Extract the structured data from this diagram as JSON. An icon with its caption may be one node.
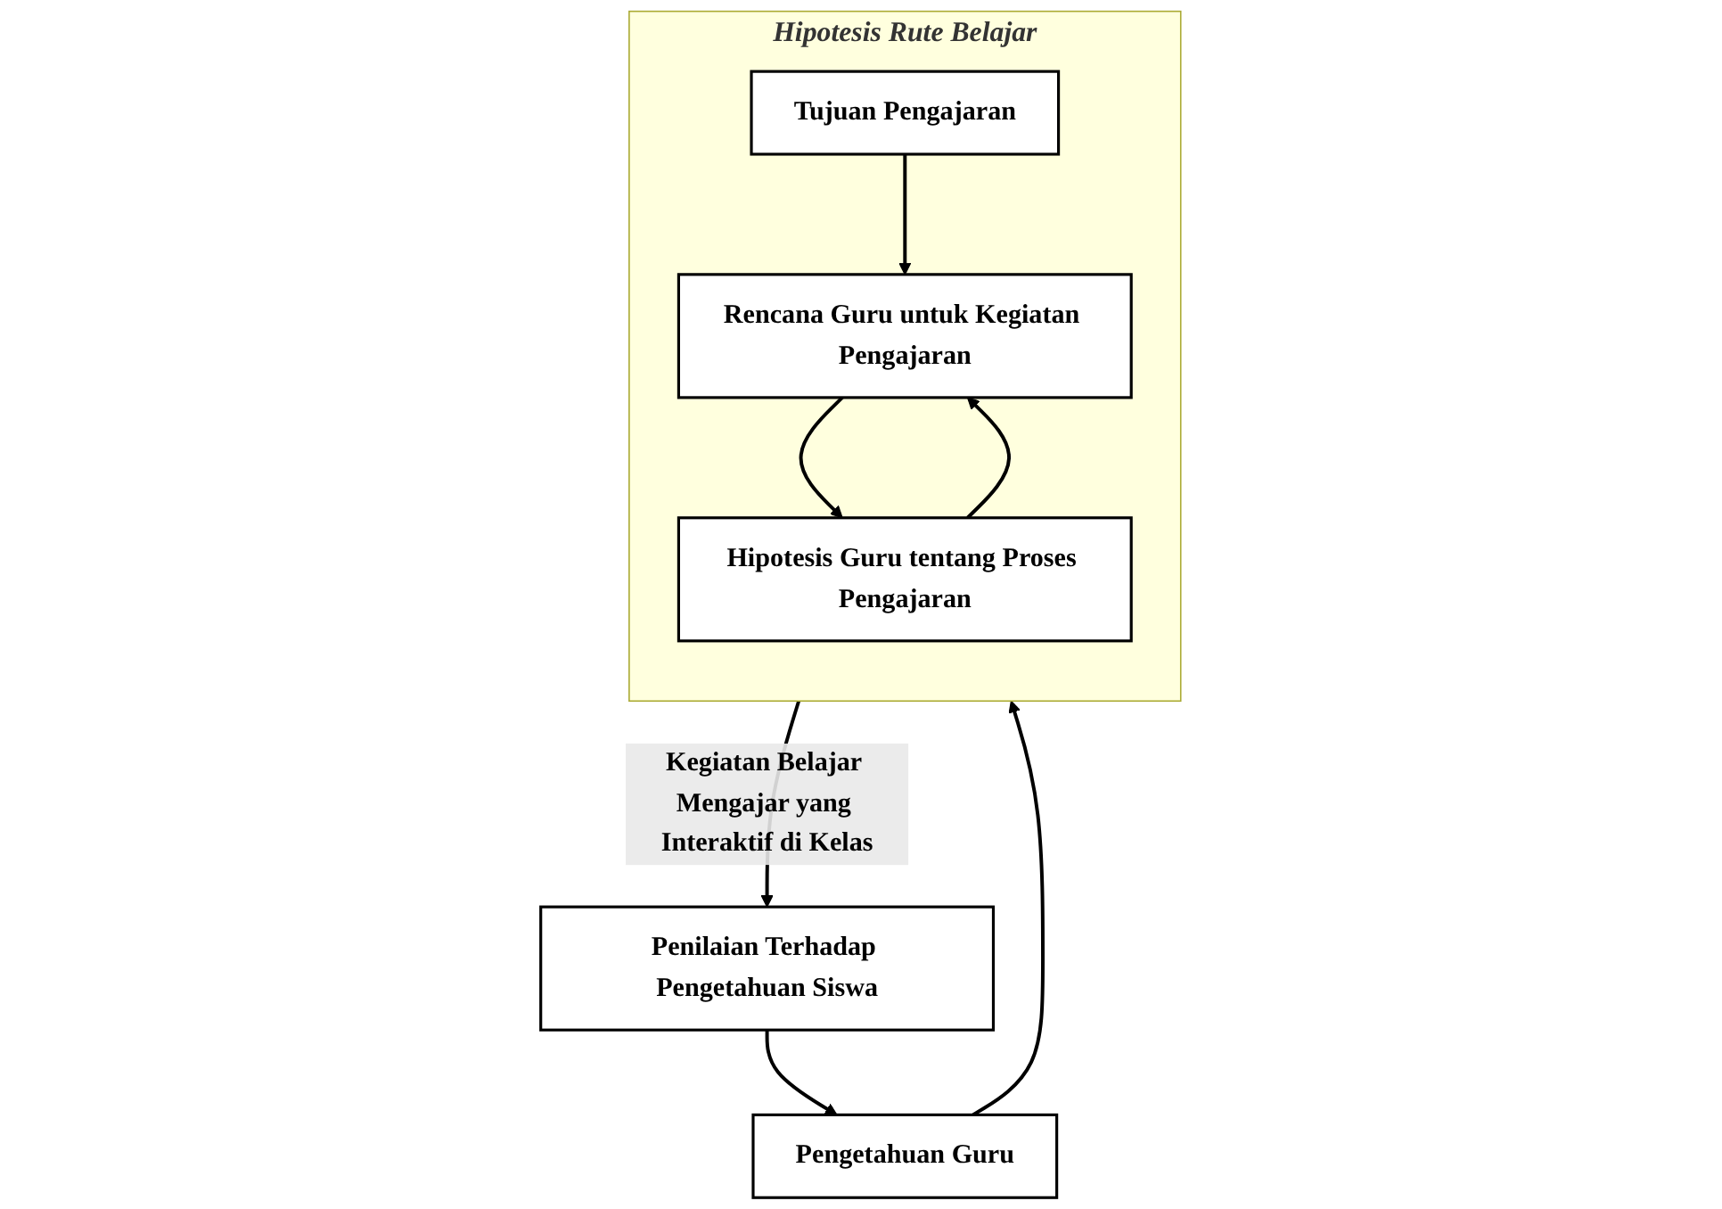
{
  "diagram": {
    "nodes": [
      {
        "text": [
          "Pengetahuan Guru"
        ]
      },
      {
        "text": [
          "Hipotesis Rute Belajar"
        ]
      },
      {
        "text": [
          "Tujuan Pengajaran"
        ],
        "in": 1
      },
      {
        "text": [
          "Rencana Guru untuk Kegiatan Pengajaran"
        ],
        "in": 1
      },
      {
        "text": [
          "Hipotesis Guru tentang Proses Pengajaran"
        ],
        "in": 1
      },
      {
        "text": [
          "Penilaian Terhadap Pengetahuan Siswa"
        ]
      }
    ],
    "edges": [
      {
        "from": 0,
        "to": 1,
        "arrow": "to"
      },
      {
        "from": 2,
        "to": 3,
        "arrow": "to"
      },
      {
        "from": 3,
        "to": 4,
        "arrow": "to"
      },
      {
        "from": 4,
        "to": 3,
        "arrow": "to"
      },
      {
        "from": 1,
        "to": 5,
        "arrow": "to",
        "label": "Kegiatan Belajar Mengajar yang Interaktif di Kelas"
      },
      {
        "from": 5,
        "to": 0,
        "arrow": "to"
      }
    ]
  }
}
